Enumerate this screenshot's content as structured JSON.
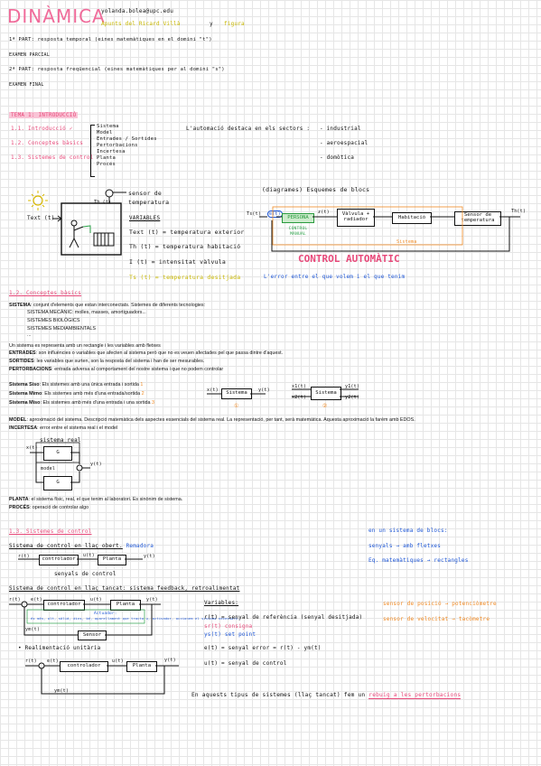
{
  "header": {
    "title": "DINÀMICA",
    "email": "yolanda.bolea@upc.edu",
    "notes": "Apunts del Ricard Villà",
    "y": "y",
    "figura": "figura",
    "p1": "1ª PART: resposta temporal (eines matemàtiques en el domini \"t\")",
    "examen_parcial": "EXAMEN PARCIAL",
    "p2": "2ª PART: resposta freqüencial (eines matemàtiques per al domini \"s\")",
    "examen_final": "EXAMEN FINAL"
  },
  "tema": {
    "title": "TEMA 1: INTRODUCCIÓ",
    "toc": [
      "1.1. Introducció ✓",
      "1.2. Conceptes bàsics",
      "1.3. Sistemes de control"
    ],
    "keywords": [
      "Sistema",
      "Model",
      "Entrades / Sortides",
      "Pertorbacions",
      "Incertesa",
      "Planta",
      "Procés"
    ],
    "automacio": "L'automació destaca en els sectors :",
    "sectors": [
      "- industrial",
      "- aeroespacial",
      "- domòtica"
    ]
  },
  "figure1": {
    "sensor": "sensor de temperatura",
    "text": "Text (t)",
    "th": "Th (t)",
    "variables_title": "VARIABLES",
    "vars": [
      "Text (t) = temperatura exterior",
      "Th (t) = temperatura habitació",
      "I (t) = intensitat vàlvula",
      "Ts (t) = temperatura desitjada"
    ]
  },
  "blocs": {
    "title": "(diagrames) Esquemes de blocs",
    "ts_in": "Ts(t)",
    "e_sig": "e(t)",
    "z_sig": "z(t)",
    "persona": "PERSONA",
    "valvula": "Vàlvula + radiador",
    "habitacio": "Habitació",
    "sensor": "Sensor de temperatura",
    "th_out": "Th(t)",
    "control_manual": "CONTROL MANUAL",
    "sistema_label": "Sistema",
    "control_automatic": "CONTROL AUTOMÀTIC",
    "error_note": "L'error entre el que volem i el que tenim"
  },
  "conceptes": {
    "heading": "1.2. Conceptes bàsics",
    "sistema_lbl": "SISTEMA",
    "sistema_txt": ": conjunt d'elements que estan interconectats. Sistemes de diferents tecnologies:",
    "sistema_items": [
      "SISTEMA MECÀNIC: molles, masses, amortiguadors...",
      "SISTEMES BIOLÒGICS",
      "SISTEMES MEDIAMBIENTALS",
      "..."
    ],
    "rect_note": "Un sistema es representa amb un rectangle i les variables amb fletxes",
    "entrades_lbl": "ENTRADES",
    "entrades_txt": ": son influències o variables que afecten al sistema però que no es veuen afectades pel que passa dintre d'aquest.",
    "sortides_lbl": "SORTIDES",
    "sortides_txt": ": les variables que surten, son la resposta del sistema i han de ser mesurables.",
    "pert_lbl": "PERTORBACIONS",
    "pert_txt": ": entrada adversa al comportament del nostre sistema i que no podem controlar",
    "siso_lbl": "Sistema Siso",
    "siso_txt": ": Els sistemes amb una única entrada i sortida",
    "mimo_lbl": "Sistema Mimo",
    "mimo_txt": ": Els sistemes amb més d'una entrada/sortida",
    "miso_lbl": "Sistema Miso",
    "miso_txt": ": Els sistemes amb més d'una entrada i una sortida",
    "n1": "1",
    "n2": "2",
    "n3": "3",
    "sys_label": "Sistema",
    "xt": "x(t)",
    "yt": "y(t)",
    "x1": "x1(t)",
    "x2": "x2(t)",
    "y1": "y1(t)",
    "y2": "y2(t)",
    "c1": "①",
    "c2": "②",
    "model_lbl": "MODEL",
    "model_txt": ": aproximació del sistema. Descripció matemàtica dels aspectes essencials del sistema real. La representació, per tant, serà matemàtica. Aquesta aproximació la farém amb EDOS.",
    "inc_lbl": "INCERTESA",
    "inc_txt": ": error entre el sistema real i el model",
    "sistema_real": "sistema real",
    "g": "G",
    "model": "model",
    "planta_lbl": "PLANTA",
    "planta_txt": ": el sistema físic, real, el que tenim al laboratori. Es sinònim de sistema.",
    "proces_lbl": "PROCÉS",
    "proces_txt": ": operació de controlar algo"
  },
  "control": {
    "heading": "1.3. Sistemes de control",
    "obert": "Sistema de control en llaç obert.",
    "remadora": "Remadora",
    "r": "r(t)",
    "u": "u(t)",
    "y": "y(t)",
    "controlador": "controlador",
    "planta": "Planta",
    "senyals": "senyals de control",
    "blocs_title": "en un sistema de blocs:",
    "blocs_1": "senyals → amb fletxes",
    "blocs_2": "Eq. matemàtiques → rectangles",
    "tancat": "Sistema de control en llaç tancat: sistema feedback, retroalimentat",
    "e": "e(t)",
    "ym": "ym(t)",
    "sensor": "Sensor",
    "actuador": "Actuador:",
    "act_txt": "és més, alt, sòlid, dins, bé, aparellament que tracta u, activador, accionem el sistema necessari.",
    "variables": "Variables:",
    "v1": "r(t) = senyal de referència (senyal desitjada)",
    "v2": "sr(t) consigna",
    "v3": "ys(t) set point",
    "v4": "e(t) = senyal error = r(t) - ym(t)",
    "v5": "u(t) = senyal de control",
    "pos": "sensor de posició → potenciòmetre",
    "vel": "sensor de velocitat → tacòmetre",
    "unitaria": "• Realimentació unitària",
    "final_a": "En aquests tipus de sistemes (llaç tancat) fem un",
    "final_b": "rebuig a les pertorbacions"
  }
}
